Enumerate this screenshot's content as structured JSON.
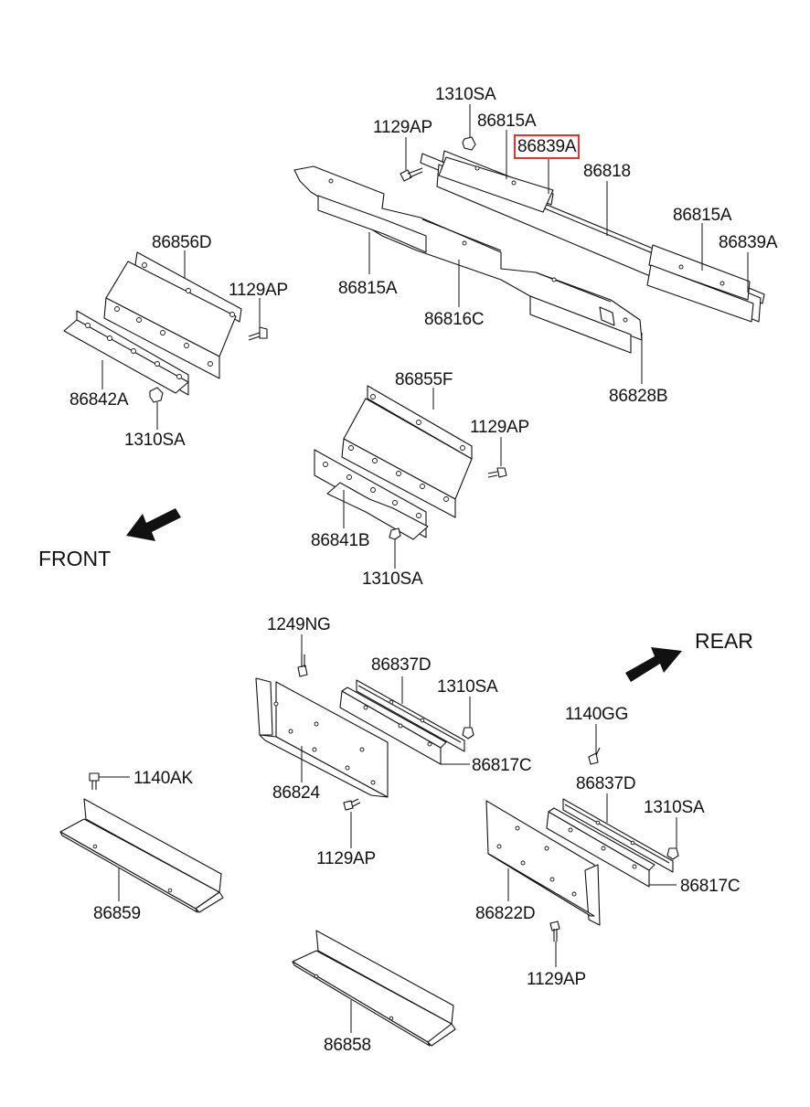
{
  "highlight_color": "#e3342f",
  "direction_labels": {
    "front": "FRONT",
    "rear": "REAR"
  },
  "callouts": {
    "c01": "1310SA",
    "c02": "1129AP",
    "c03": "86815A",
    "c04": "86839A",
    "c05": "86818",
    "c06": "86815A",
    "c07": "86839A",
    "c08": "86856D",
    "c09": "1129AP",
    "c10": "86815A",
    "c11": "86816C",
    "c12": "86842A",
    "c13": "1310SA",
    "c14": "86828B",
    "c15": "86855F",
    "c16": "1129AP",
    "c17": "86841B",
    "c18": "1310SA",
    "c19": "1249NG",
    "c20": "86837D",
    "c21": "1310SA",
    "c22": "1140GG",
    "c23": "86817C",
    "c24": "1140AK",
    "c25": "86824",
    "c26": "86837D",
    "c27": "1310SA",
    "c28": "1129AP",
    "c29": "86817C",
    "c30": "86859",
    "c31": "86822D",
    "c32": "1129AP",
    "c33": "86858"
  }
}
